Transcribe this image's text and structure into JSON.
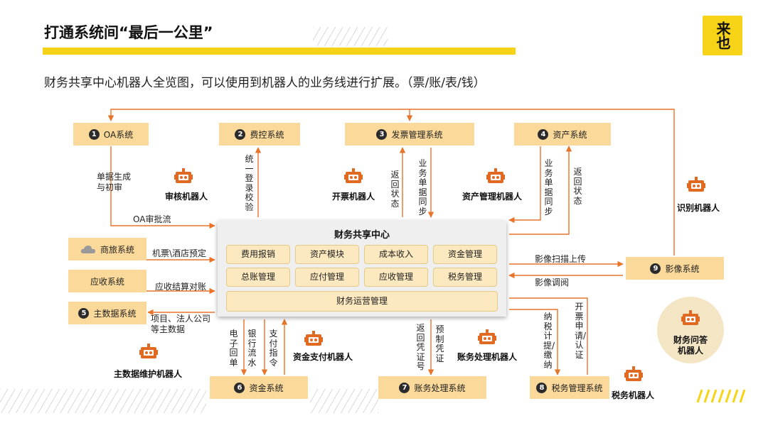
{
  "header": {
    "title": "打通系统间“最后一公里”",
    "subtitle": "财务共享中心机器人全览图，可以使用到机器人的业务线进行扩展。（票/账/表/钱）",
    "logo_text": "来也"
  },
  "colors": {
    "accent": "#f7d318",
    "system_box": "#fbd99a",
    "arrow": "#e8742a",
    "robot": "#e06a22"
  },
  "systems": {
    "oa": {
      "num": "1",
      "label": "OA系统"
    },
    "feikong": {
      "num": "2",
      "label": "费控系统"
    },
    "fapiao": {
      "num": "3",
      "label": "发票管理系统"
    },
    "zichan": {
      "num": "4",
      "label": "资产系统"
    },
    "shanglv": {
      "label": "商旅系统"
    },
    "yingshou": {
      "label": "应收系统"
    },
    "zhushuju": {
      "num": "5",
      "label": "主数据系统"
    },
    "zijin": {
      "num": "6",
      "label": "资金系统"
    },
    "zhangwu": {
      "num": "7",
      "label": "账务处理系统"
    },
    "shuiwu": {
      "num": "8",
      "label": "税务管理系统"
    },
    "yingxiang": {
      "num": "9",
      "label": "影像系统"
    }
  },
  "center": {
    "title": "财务共享中心",
    "modules": [
      "费用报销",
      "资产模块",
      "成本收入",
      "资金管理",
      "总账管理",
      "应付管理",
      "应收管理",
      "税务管理"
    ],
    "bottom": "财务运营管理"
  },
  "flows": {
    "danju": "单据生成与初审",
    "oa_approval": "OA审批流",
    "tongyi": "统一登录校验",
    "fanhui1": "返回状态",
    "yewu1": "业务单据同步",
    "yewu2": "业务单据同步",
    "fanhui2": "返回状态",
    "jipiao": "机票\\酒店预定",
    "yingshou_js": "应收结算对账",
    "xiangmu": "项目、法人公司等主数据",
    "saomiao": "影像扫描上传",
    "diaoyue": "影像调阅",
    "dianzi": "电子回单",
    "yinhang": "银行流水",
    "zhifu": "支付指令",
    "fanhui_pz": "返回凭证号",
    "yuzhi": "预制凭证",
    "nashui": "纳税计提/缴纳",
    "kaipiao": "开票申请/认证"
  },
  "robots": {
    "shenhe": "审核机器人",
    "kaipiao": "开票机器人",
    "zichan": "资产管理机器人",
    "shibie": "识别机器人",
    "zhushuju": "主数据维护机器人",
    "zijin": "资金支付机器人",
    "zhangwu": "账务处理机器人",
    "shuiwu": "税务机器人",
    "wenda": "财务问答机器人"
  }
}
